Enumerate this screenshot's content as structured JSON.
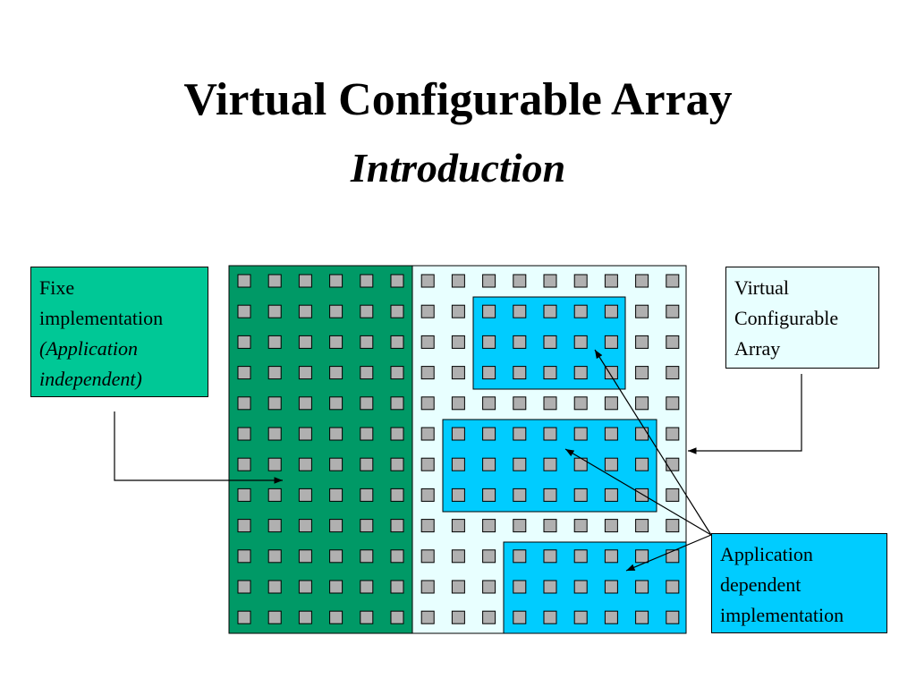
{
  "slide": {
    "title": "Virtual Configurable Array",
    "subtitle": "Introduction"
  },
  "labels": {
    "fixed": {
      "line1": "Fixe",
      "line2": "implementation",
      "line3": "(Application",
      "line4": "independent)"
    },
    "vca": {
      "line1": "Virtual",
      "line2": "Configurable",
      "line3": "Array"
    },
    "app": {
      "line1": "Application",
      "line2": "dependent",
      "line3": "implementation"
    }
  },
  "colors": {
    "fixed_region": "#009966",
    "fixed_label_bg": "#00c896",
    "array_bg": "#e8ffff",
    "app_region": "#00ccff",
    "cell_fill": "#b0b0b0"
  }
}
